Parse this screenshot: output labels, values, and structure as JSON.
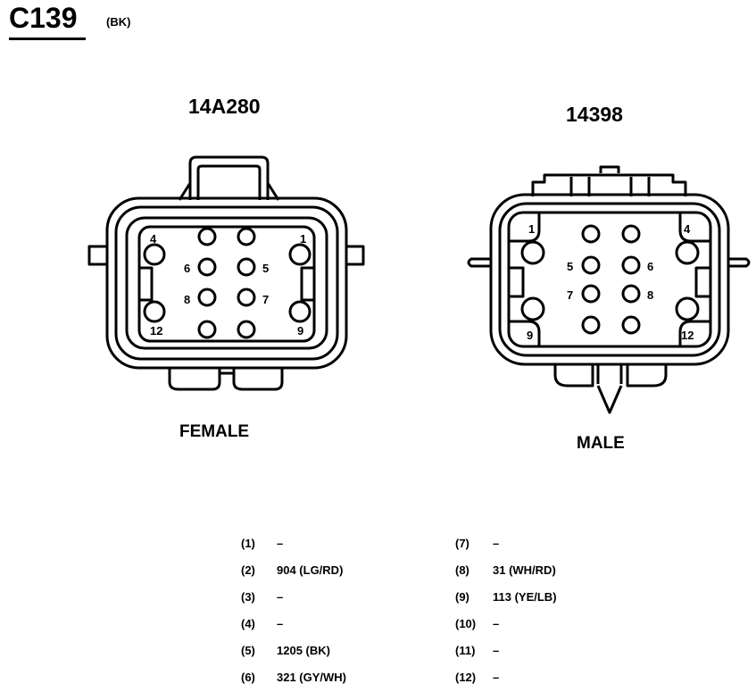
{
  "header": {
    "connector_id": "C139",
    "color_code": "(BK)"
  },
  "female": {
    "part_number": "14A280",
    "view_label": "FEMALE",
    "pin_labels": [
      "4",
      "1",
      "6",
      "5",
      "8",
      "7",
      "12",
      "9"
    ]
  },
  "male": {
    "part_number": "14398",
    "view_label": "MALE",
    "pin_labels": [
      "1",
      "4",
      "5",
      "6",
      "7",
      "8",
      "9",
      "12"
    ]
  },
  "pinout": [
    {
      "pin": "(1)",
      "value": "–"
    },
    {
      "pin": "(2)",
      "value": "904 (LG/RD)"
    },
    {
      "pin": "(3)",
      "value": "–"
    },
    {
      "pin": "(4)",
      "value": "–"
    },
    {
      "pin": "(5)",
      "value": "1205 (BK)"
    },
    {
      "pin": "(6)",
      "value": "321 (GY/WH)"
    },
    {
      "pin": "(7)",
      "value": "–"
    },
    {
      "pin": "(8)",
      "value": "31 (WH/RD)"
    },
    {
      "pin": "(9)",
      "value": "113 (YE/LB)"
    },
    {
      "pin": "(10)",
      "value": "–"
    },
    {
      "pin": "(11)",
      "value": "–"
    },
    {
      "pin": "(12)",
      "value": "–"
    }
  ]
}
